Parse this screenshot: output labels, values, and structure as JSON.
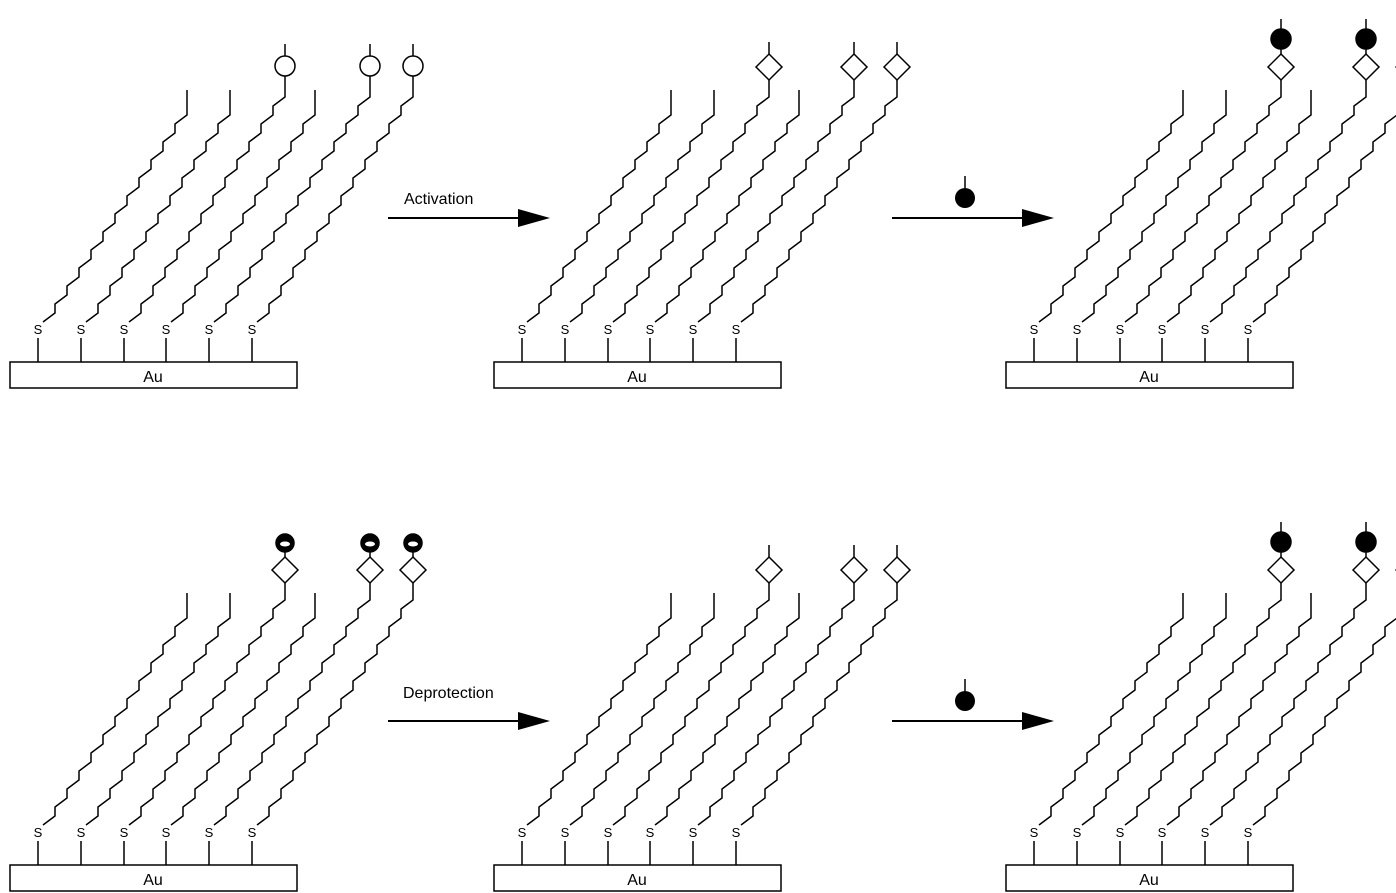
{
  "substrate_label": "Au",
  "sulfur_label": "S",
  "rows": [
    {
      "step1_label": "Activation",
      "panels": [
        {
          "headgroup": "open-circle"
        },
        {
          "headgroup": "diamond"
        },
        {
          "headgroup": "diamond-filled-circle"
        }
      ],
      "reagent": "filled-circle"
    },
    {
      "step1_label": "Deprotection",
      "panels": [
        {
          "headgroup": "diamond-protected-circle"
        },
        {
          "headgroup": "diamond"
        },
        {
          "headgroup": "diamond-filled-circle"
        }
      ],
      "reagent": "filled-circle"
    }
  ],
  "colors": {
    "line": "#000000",
    "fill": "#ffffff"
  }
}
